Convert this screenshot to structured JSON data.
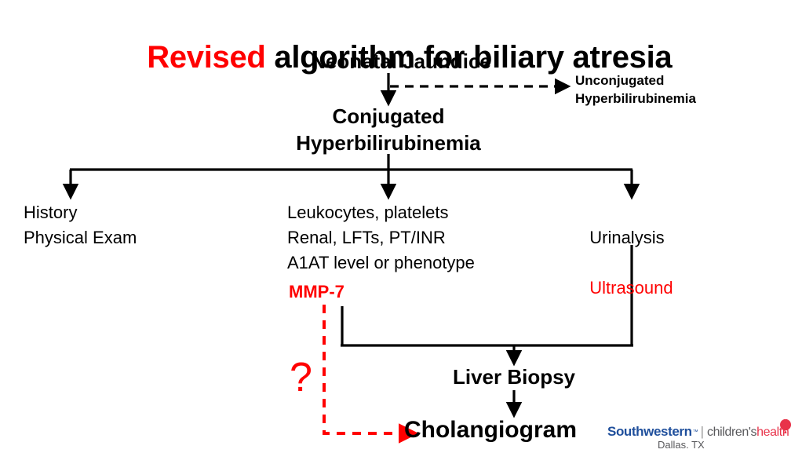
{
  "title": {
    "highlight": "Revised",
    "rest": " algorithm for biliary atresia"
  },
  "nodes": {
    "jaundice": "Neonatal Jaundice",
    "conjugated": "Conjugated\nHyperbilirubinemia",
    "unconjugated": "Unconjugated\nHyperbilirubinemia",
    "history": "History\nPhysical Exam",
    "labs": "Leukocytes, platelets\nRenal, LFTs, PT/INR\nA1AT level or phenotype",
    "mmp7": "MMP-7",
    "urinalysis": "Urinalysis",
    "ultrasound": "Ultrasound",
    "liver_biopsy": "Liver Biopsy",
    "cholangiogram": "Cholangiogram",
    "question_mark": "?"
  },
  "logo": {
    "southwestern": "Southwestern",
    "trademark": "™",
    "divider": "|",
    "childrens": "children's",
    "health": "health",
    "city": "Dallas. TX"
  },
  "colors": {
    "accent_red": "#FF0000",
    "black": "#000000",
    "logo_blue": "#1F4F9C",
    "logo_gray": "#58585b",
    "logo_health_red": "#E8334A",
    "background": "#FFFFFF"
  },
  "chart_data": {
    "type": "diagram",
    "title": "Revised algorithm for biliary atresia",
    "diagram_kind": "clinical-flowchart",
    "steps": [
      {
        "id": "jaundice",
        "label": "Neonatal Jaundice",
        "level": 0
      },
      {
        "id": "unconjugated",
        "label": "Unconjugated Hyperbilirubinemia",
        "level": 1
      },
      {
        "id": "conjugated",
        "label": "Conjugated Hyperbilirubinemia",
        "level": 1
      },
      {
        "id": "history",
        "label": "History / Physical Exam",
        "level": 2
      },
      {
        "id": "labs",
        "label": "Leukocytes, platelets; Renal, LFTs, PT/INR; A1AT level or phenotype; MMP-7",
        "level": 2
      },
      {
        "id": "imaging",
        "label": "Urinalysis / Ultrasound",
        "level": 2
      },
      {
        "id": "liver_biopsy",
        "label": "Liver Biopsy",
        "level": 3
      },
      {
        "id": "cholangiogram",
        "label": "Cholangiogram",
        "level": 4
      }
    ],
    "edges": [
      {
        "from": "jaundice",
        "to": "unconjugated",
        "style": "dashed",
        "color": "#000000"
      },
      {
        "from": "jaundice",
        "to": "conjugated",
        "style": "solid",
        "color": "#000000"
      },
      {
        "from": "conjugated",
        "to": "history",
        "style": "solid",
        "color": "#000000"
      },
      {
        "from": "conjugated",
        "to": "labs",
        "style": "solid",
        "color": "#000000"
      },
      {
        "from": "conjugated",
        "to": "imaging",
        "style": "solid",
        "color": "#000000"
      },
      {
        "from": "labs",
        "to": "liver_biopsy",
        "style": "solid",
        "color": "#000000"
      },
      {
        "from": "imaging",
        "to": "liver_biopsy",
        "style": "solid",
        "color": "#000000"
      },
      {
        "from": "liver_biopsy",
        "to": "cholangiogram",
        "style": "solid",
        "color": "#000000"
      },
      {
        "from": "mmp7",
        "to": "cholangiogram",
        "style": "dashed",
        "color": "#FF0000",
        "annotation": "?"
      }
    ]
  }
}
